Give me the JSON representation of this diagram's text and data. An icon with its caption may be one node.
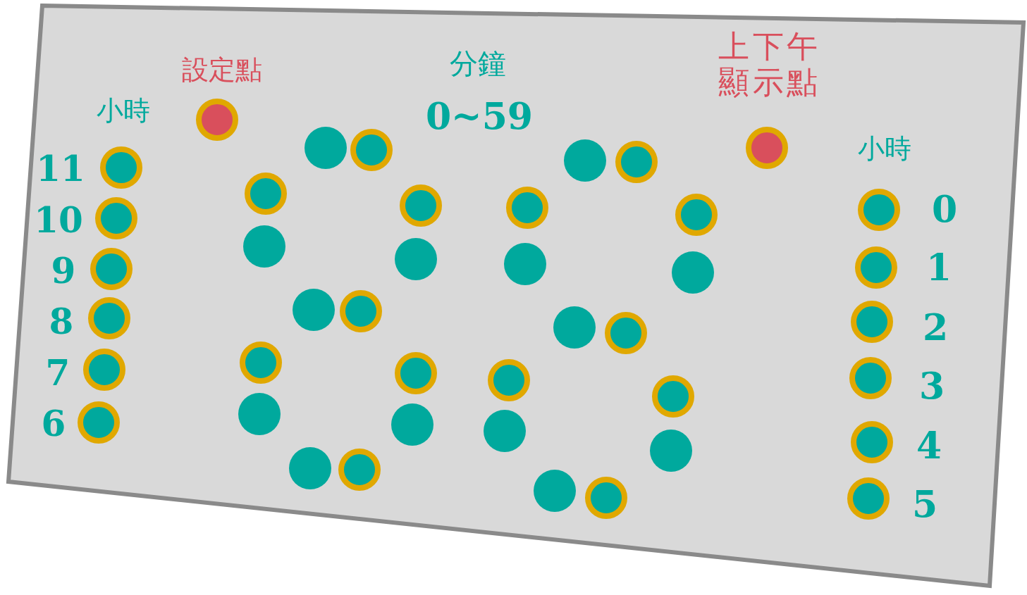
{
  "diagram": {
    "labels": [
      "設定點",
      "分鐘",
      "0~59",
      "上下午顯示點",
      "小時",
      "小時",
      "11",
      "10",
      "9",
      "8",
      "7",
      "6",
      "0",
      "1",
      "2",
      "3",
      "4",
      "5"
    ]
  }
}
